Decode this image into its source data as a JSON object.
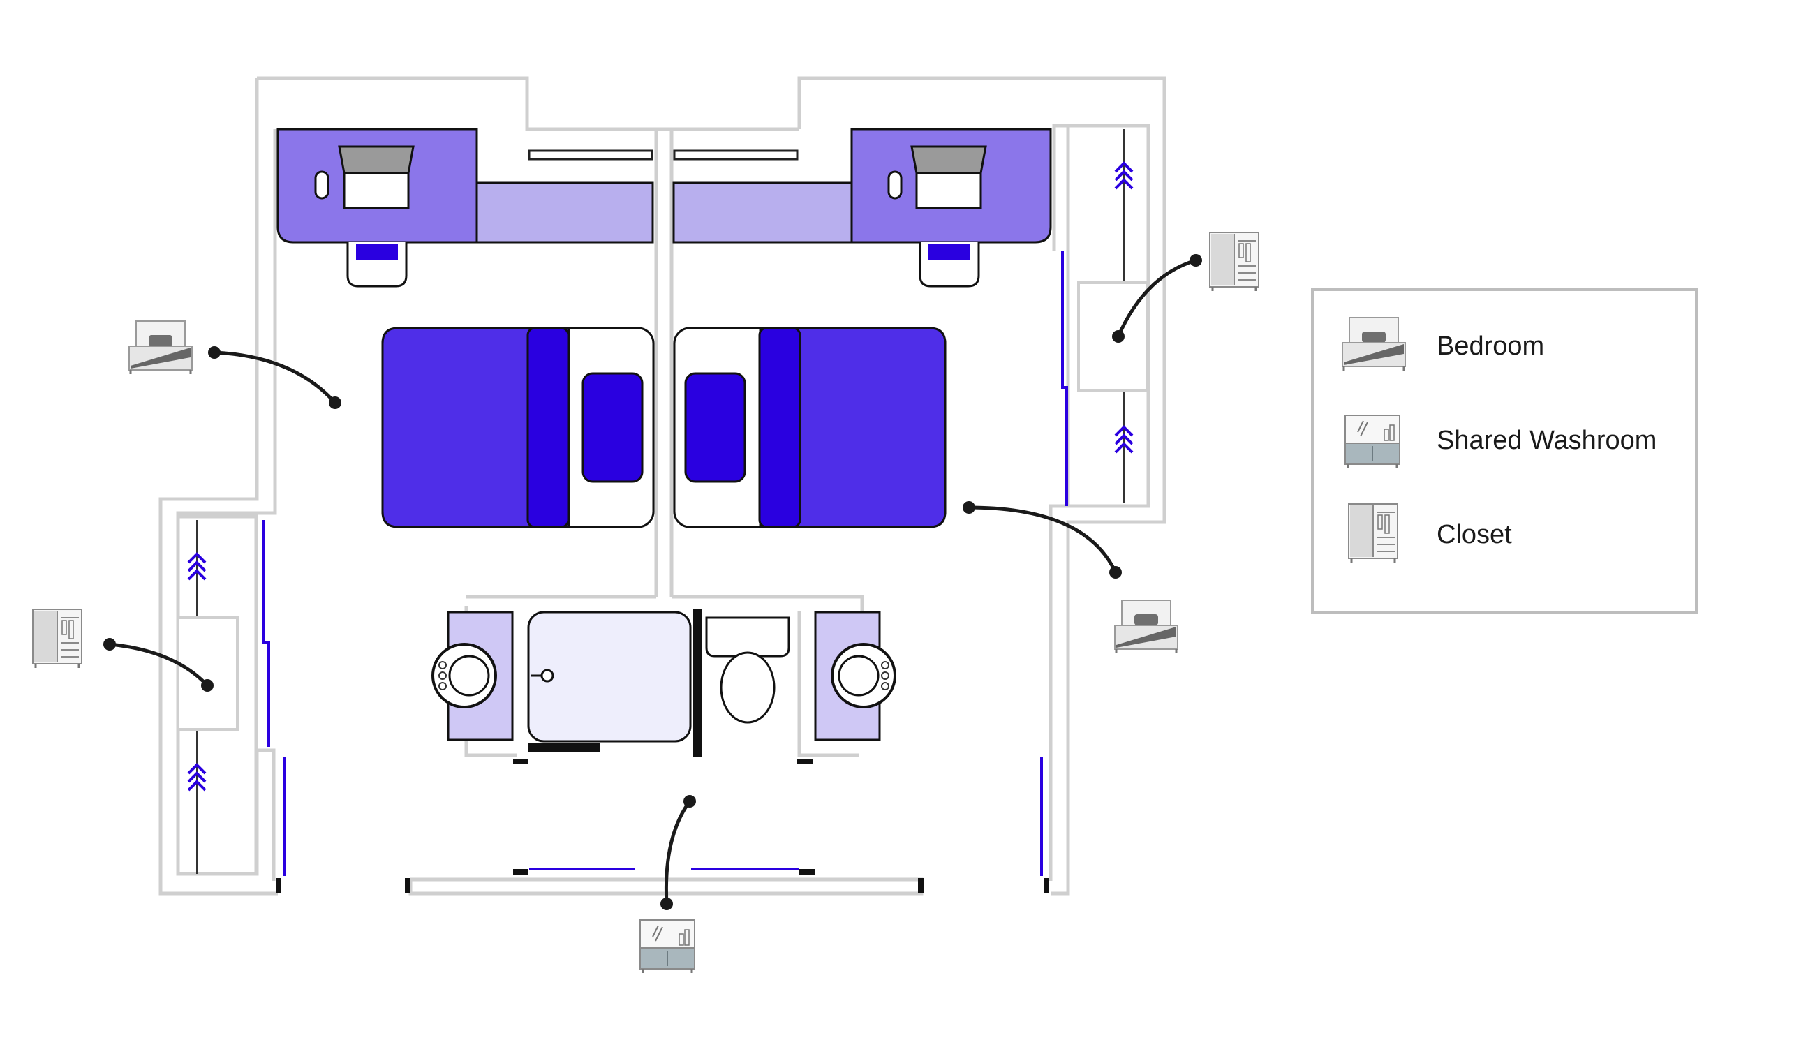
{
  "legend": {
    "items": [
      {
        "icon": "bed-icon",
        "label": "Bedroom"
      },
      {
        "icon": "washroom-icon",
        "label": "Shared Washroom"
      },
      {
        "icon": "closet-icon",
        "label": "Closet"
      }
    ]
  },
  "callouts": [
    {
      "area": "Bedroom",
      "icon": "bed-icon",
      "side": "left"
    },
    {
      "area": "Bedroom",
      "icon": "bed-icon",
      "side": "right"
    },
    {
      "area": "Closet",
      "icon": "closet-icon",
      "side": "left"
    },
    {
      "area": "Closet",
      "icon": "closet-icon",
      "side": "right"
    },
    {
      "area": "Shared Washroom",
      "icon": "washroom-icon",
      "side": "bottom"
    }
  ],
  "colors": {
    "wall": "#cfcfcf",
    "desk_dark": "#8b76ea",
    "desk_light": "#b8afee",
    "blanket": "#4f2ee8",
    "pillow": "#2a00e0",
    "vanity": "#cfc8f5",
    "shower": "#eeeefc",
    "door_line": "#2a00e0",
    "leader": "#1a1a1a"
  }
}
